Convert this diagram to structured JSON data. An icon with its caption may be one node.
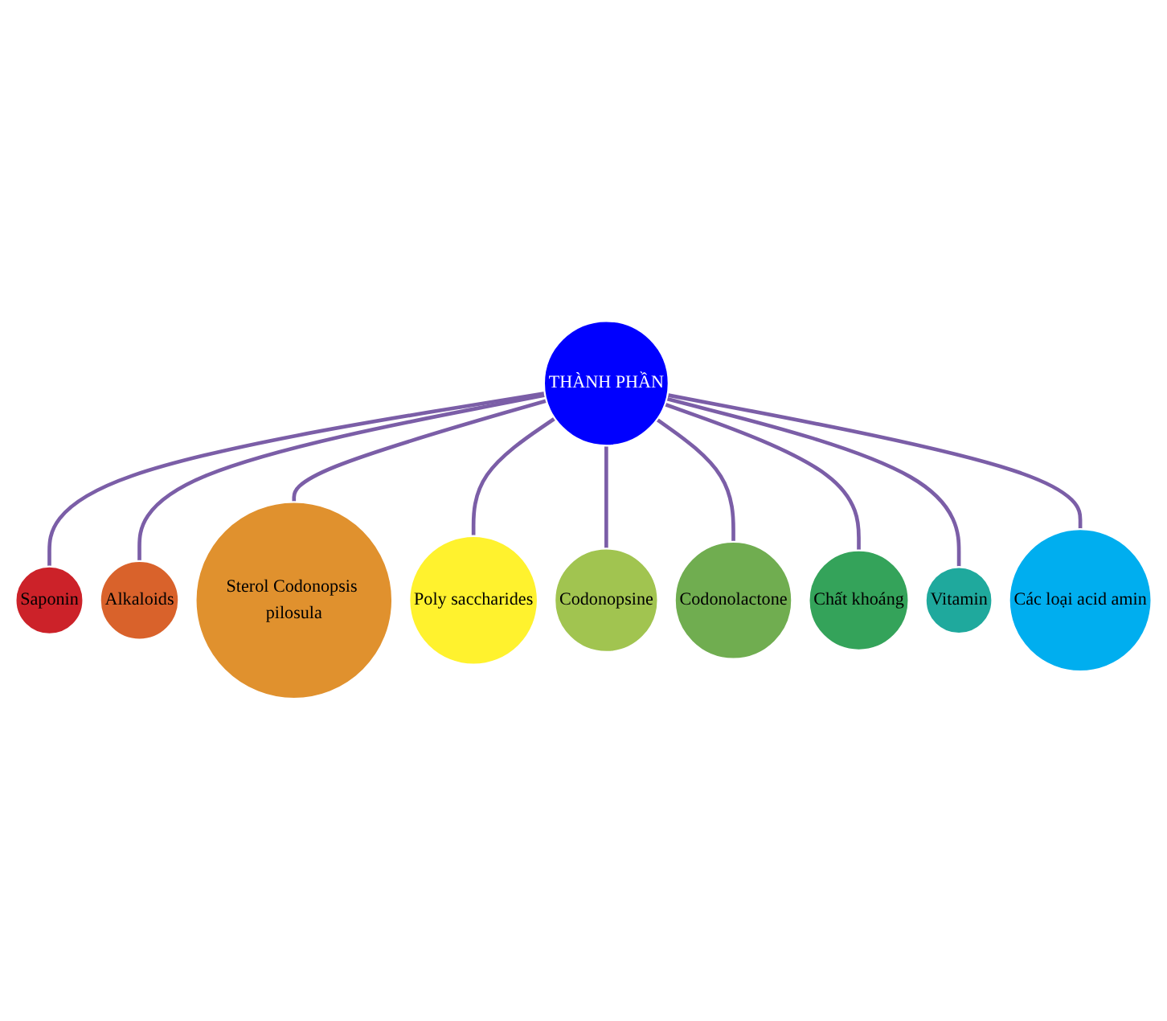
{
  "diagram": {
    "nodes": [
      {
        "text": [
          "THÀNH PHẦN"
        ]
      },
      {
        "text": [
          "Saponin"
        ]
      },
      {
        "text": [
          "Alkaloids"
        ]
      },
      {
        "text": [
          "Sterol Codonopsis pilosula"
        ]
      },
      {
        "text": [
          "Poly saccharides"
        ]
      },
      {
        "text": [
          "Codonopsine"
        ]
      },
      {
        "text": [
          "Codonolactone"
        ]
      },
      {
        "text": [
          "Chất khoáng"
        ]
      },
      {
        "text": [
          "Vitamin"
        ]
      },
      {
        "text": [
          "Các loại acid amin"
        ]
      }
    ],
    "edges": [
      {
        "from": 0,
        "to": 1,
        "arrow": "none"
      },
      {
        "from": 0,
        "to": 2,
        "arrow": "none"
      },
      {
        "from": 0,
        "to": 3,
        "arrow": "none"
      },
      {
        "from": 0,
        "to": 4,
        "arrow": "none"
      },
      {
        "from": 0,
        "to": 5,
        "arrow": "none"
      },
      {
        "from": 0,
        "to": 6,
        "arrow": "none"
      },
      {
        "from": 0,
        "to": 7,
        "arrow": "none"
      },
      {
        "from": 0,
        "to": 8,
        "arrow": "none"
      },
      {
        "from": 0,
        "to": 9,
        "arrow": "none"
      }
    ]
  }
}
